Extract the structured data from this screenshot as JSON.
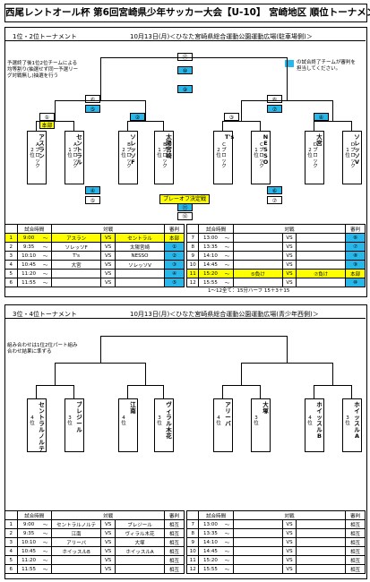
{
  "title": "西尾レントオール杯 第6回宮崎県少年サッカー大会【U-10】 宮崎地区 順位トーナメント",
  "top": {
    "section_label": "1位・2位トーナメント",
    "date_venue": "10月13日(月)＜ひなた宮崎県総合運動公園運動広場(駐車場側)＞",
    "left_note": "予選終了後1位2位チームによる均等割り(抽選せず同一予選リーグ対戦無し)抽選を行う",
    "legend_note": "の試合終了チームが審判を担当してください。",
    "top_numbers": [
      "⑫",
      "⑩",
      "⑨"
    ],
    "mid_numbers": [
      "⑥",
      "⑤",
      "⑧",
      "⑦"
    ],
    "honbu": "本部",
    "quarter": [
      "①",
      "②",
      "③",
      "④"
    ],
    "teams": [
      {
        "rank": "2位",
        "block": "Aブロック",
        "name": "アスラン"
      },
      {
        "rank": "1位",
        "block": "Aブロック",
        "name": "セントラル"
      },
      {
        "rank": "2位",
        "block": "Bブロック",
        "name": "ソレッソF"
      },
      {
        "rank": "1位",
        "block": "Bブロック",
        "name": "太陽宮崎"
      },
      {
        "rank": "2位",
        "block": "Cブロック",
        "name": "T's"
      },
      {
        "rank": "1位",
        "block": "Cブロック",
        "name": "NESSO"
      },
      {
        "rank": "2位",
        "block": "Dブロック",
        "name": "大宮"
      },
      {
        "rank": "1位",
        "block": "Dブロック",
        "name": "ソレッソV"
      }
    ],
    "bottom_numbers": [
      "④",
      "⑤",
      "⑪",
      "⑫"
    ],
    "playoff": "プレーオフ決定戦",
    "schedule_headers": [
      "試合時間",
      "対戦",
      "審判"
    ],
    "schedule_left": [
      {
        "no": "1",
        "time": "9:00",
        "a": "アスラン",
        "b": "セントラル",
        "ref": "本部"
      },
      {
        "no": "2",
        "time": "9:35",
        "a": "ソレッソF",
        "b": "太陽宮崎",
        "ref": "①"
      },
      {
        "no": "3",
        "time": "10:10",
        "a": "T's",
        "b": "NESSO",
        "ref": "②"
      },
      {
        "no": "4",
        "time": "10:45",
        "a": "大宮",
        "b": "ソレッソV",
        "ref": "③"
      },
      {
        "no": "5",
        "time": "11:20",
        "a": "",
        "b": "",
        "ref": "④"
      },
      {
        "no": "6",
        "time": "11:55",
        "a": "",
        "b": "",
        "ref": "⑤"
      }
    ],
    "schedule_right": [
      {
        "no": "7",
        "time": "13:00",
        "a": "",
        "b": "",
        "ref": "⑥"
      },
      {
        "no": "8",
        "time": "13:35",
        "a": "",
        "b": "",
        "ref": "⑦"
      },
      {
        "no": "9",
        "time": "14:10",
        "a": "",
        "b": "",
        "ref": "⑧"
      },
      {
        "no": "10",
        "time": "14:45",
        "a": "",
        "b": "",
        "ref": "⑨"
      },
      {
        "no": "11",
        "time": "15:20",
        "a": "⑤負け",
        "b": "⑦負け",
        "ref": "本部"
      },
      {
        "no": "12",
        "time": "15:55",
        "a": "",
        "b": "",
        "ref": "⑩"
      }
    ],
    "footnote": "1～12全て：15分ハーフ 15＋3＋15"
  },
  "bottom": {
    "section_label": "3位・4位トーナメント",
    "date_venue": "10月13日(月)＜ひなた宮崎県総合運動公園運動広場(青少年西側)＞",
    "left_note": "組み合わせは1位2位パート組み合わせ結果に準ずる",
    "teams": [
      {
        "rank": "4位",
        "name": "セントラルノルテ"
      },
      {
        "rank": "3位",
        "name": "ブレジール"
      },
      {
        "rank": "4位",
        "name": "江南"
      },
      {
        "rank": "3位",
        "name": "ヴィラル木花"
      },
      {
        "rank": "4位",
        "name": "アリーバ"
      },
      {
        "rank": "3位",
        "name": "大塚"
      },
      {
        "rank": "4位",
        "name": "ホイッスルB"
      },
      {
        "rank": "3位",
        "name": "ホイッスルA"
      }
    ],
    "schedule_headers": [
      "試合時間",
      "対戦",
      "審判"
    ],
    "schedule_left": [
      {
        "no": "1",
        "time": "9:00",
        "a": "セントラルノルテ",
        "b": "ブレジール",
        "ref": "相互"
      },
      {
        "no": "2",
        "time": "9:35",
        "a": "江南",
        "b": "ヴィラル木花",
        "ref": "相互"
      },
      {
        "no": "3",
        "time": "10:10",
        "a": "アリーバ",
        "b": "大塚",
        "ref": "相互"
      },
      {
        "no": "4",
        "time": "10:45",
        "a": "ホイッスルB",
        "b": "ホイッスルA",
        "ref": "相互"
      },
      {
        "no": "5",
        "time": "11:20",
        "a": "",
        "b": "",
        "ref": "相互"
      },
      {
        "no": "6",
        "time": "11:55",
        "a": "",
        "b": "",
        "ref": "相互"
      }
    ],
    "schedule_right": [
      {
        "no": "7",
        "time": "13:00",
        "a": "",
        "b": "",
        "ref": "相互"
      },
      {
        "no": "8",
        "time": "13:35",
        "a": "",
        "b": "",
        "ref": "相互"
      },
      {
        "no": "9",
        "time": "14:10",
        "a": "",
        "b": "",
        "ref": "相互"
      },
      {
        "no": "10",
        "time": "14:45",
        "a": "",
        "b": "",
        "ref": "相互"
      },
      {
        "no": "11",
        "time": "15:20",
        "a": "",
        "b": "",
        "ref": "相互"
      },
      {
        "no": "12",
        "time": "15:55",
        "a": "",
        "b": "",
        "ref": "相互"
      }
    ]
  },
  "labels": {
    "tilde": "～",
    "vs": "VS"
  },
  "colors": {
    "cyan": "#29b6e8",
    "yellow": "#ffff00"
  }
}
